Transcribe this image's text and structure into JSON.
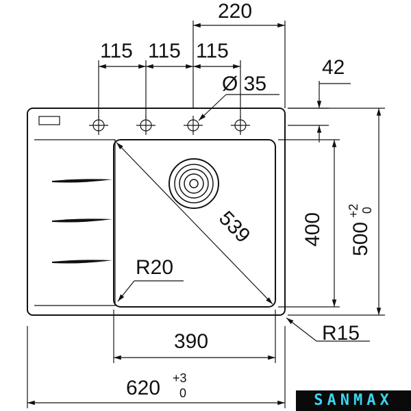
{
  "dimensions": {
    "top_span": "220",
    "hole_spacing_1": "115",
    "hole_spacing_2": "115",
    "hole_spacing_3": "115",
    "hole_diameter": "Ø 35",
    "edge_offset": "42",
    "diagonal": "539",
    "bowl_depth": "400",
    "overall_depth": "500",
    "overall_depth_tol_upper": "+2",
    "overall_depth_tol_lower": "0",
    "inner_radius": "R20",
    "outer_radius": "R15",
    "bowl_width": "390",
    "overall_width": "620",
    "overall_width_tol_upper": "+3",
    "overall_width_tol_lower": "0"
  },
  "brand": {
    "name": "SANMAX"
  },
  "colors": {
    "line": "#111111",
    "brand_bg": "#0a0a0a",
    "brand_text": "#39d6f0"
  }
}
